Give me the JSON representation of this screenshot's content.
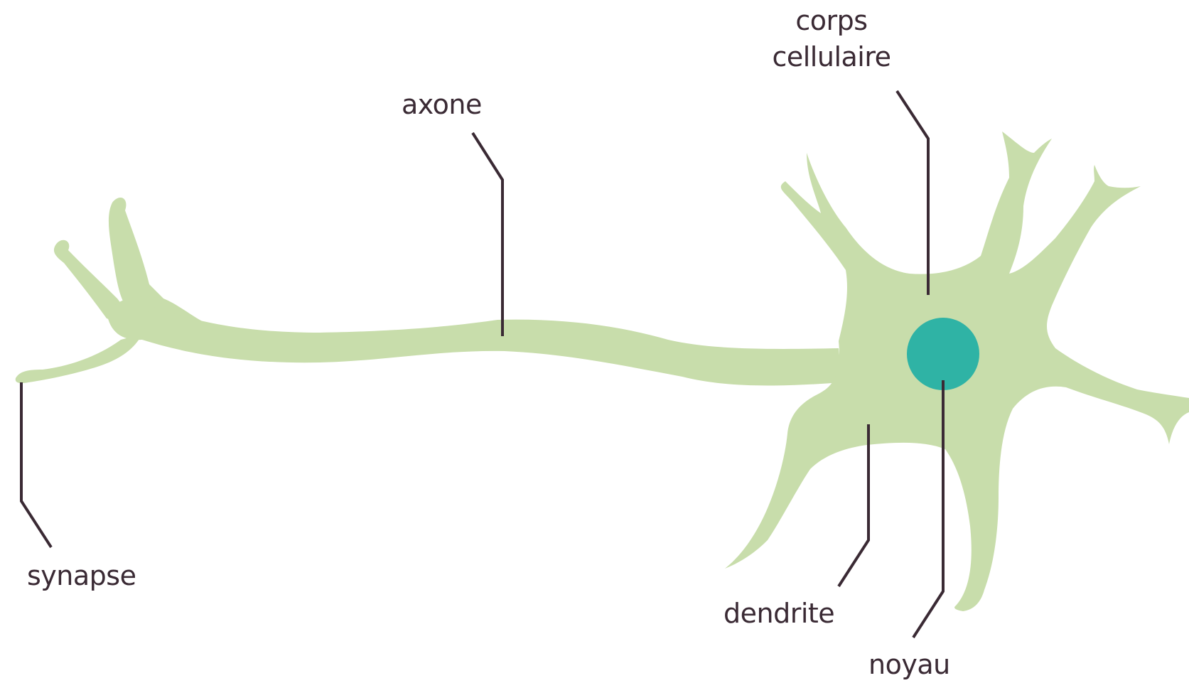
{
  "labels": {
    "cell_body": {
      "line1": "corps",
      "line2": "cellulaire"
    },
    "axon": "axone",
    "synapse": "synapse",
    "dendrite": "dendrite",
    "nucleus": "noyau"
  },
  "colors": {
    "cell_fill": "#c8ddab",
    "nucleus_fill": "#2fb3a5",
    "leader_line": "#3a2a34",
    "label_text": "#3a2a34",
    "background": "#ffffff"
  }
}
